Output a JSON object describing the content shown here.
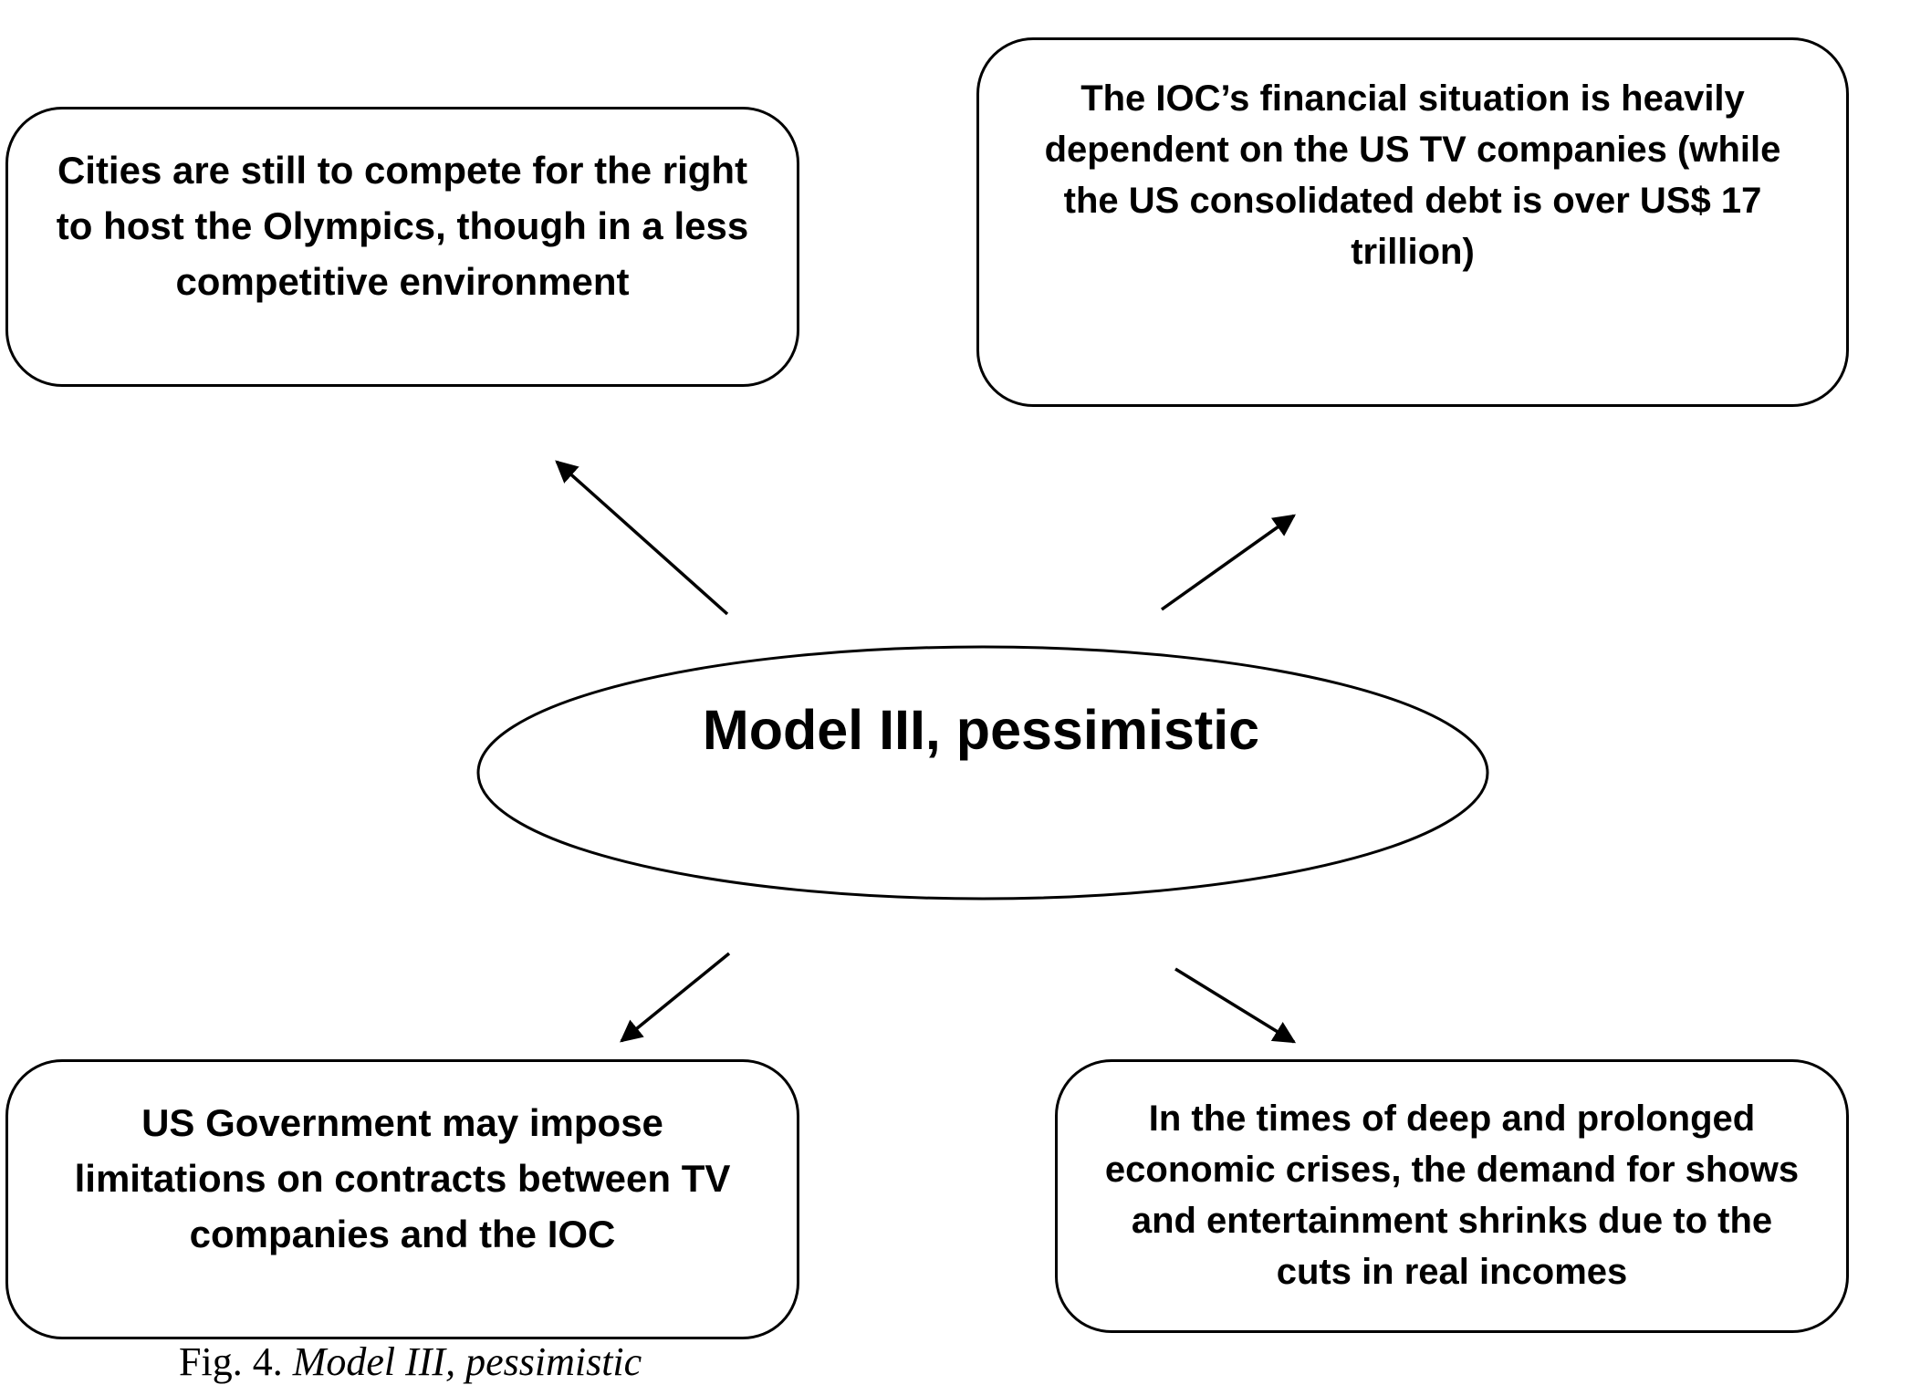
{
  "center": {
    "label": "Model III, pessimistic"
  },
  "boxes": {
    "top_left": "Cities are still to compete for the right to host the Olympics, though in a less competitive environment",
    "top_right": "The IOC’s financial situation is heavily dependent on the US TV companies (while the US consolidated debt is over US$ 17 trillion)",
    "bottom_left": "US Government may impose limitations on contracts between TV companies and the IOC",
    "bottom_right": "In the times of deep and prolonged economic crises, the demand for shows and entertainment shrinks due to the cuts in real incomes"
  },
  "caption": {
    "prefix": "Fig. 4.",
    "title": "Model III, pessimistic"
  },
  "colors": {
    "stroke": "#000000",
    "background": "#ffffff"
  }
}
